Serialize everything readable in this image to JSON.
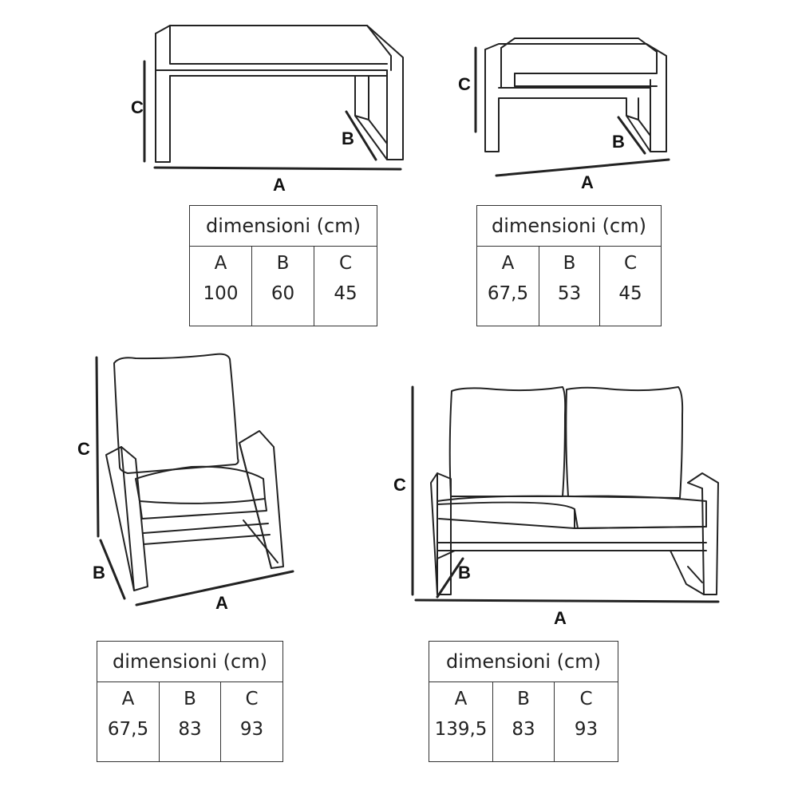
{
  "products": [
    {
      "id": "table",
      "labels": {
        "a": "A",
        "b": "B",
        "c": "C"
      },
      "table": {
        "header": "dimensioni (cm)",
        "columns": [
          "A",
          "B",
          "C"
        ],
        "values": [
          "100",
          "60",
          "45"
        ]
      }
    },
    {
      "id": "bench",
      "labels": {
        "a": "A",
        "b": "B",
        "c": "C"
      },
      "table": {
        "header": "dimensioni (cm)",
        "columns": [
          "A",
          "B",
          "C"
        ],
        "values": [
          "67,5",
          "53",
          "45"
        ]
      }
    },
    {
      "id": "armchair",
      "labels": {
        "a": "A",
        "b": "B",
        "c": "C"
      },
      "table": {
        "header": "dimensioni (cm)",
        "columns": [
          "A",
          "B",
          "C"
        ],
        "values": [
          "67,5",
          "83",
          "93"
        ]
      }
    },
    {
      "id": "sofa",
      "labels": {
        "a": "A",
        "b": "B",
        "c": "C"
      },
      "table": {
        "header": "dimensioni (cm)",
        "columns": [
          "A",
          "B",
          "C"
        ],
        "values": [
          "139,5",
          "83",
          "93"
        ]
      }
    }
  ]
}
